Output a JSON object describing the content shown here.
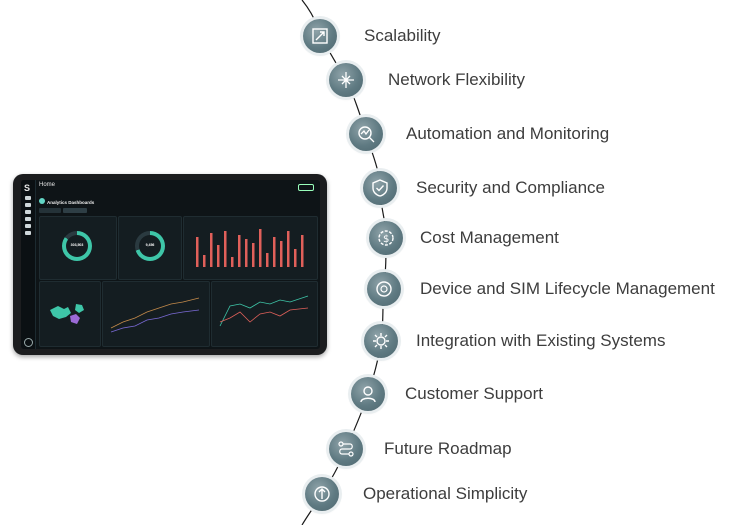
{
  "timeline": {
    "items": [
      {
        "label": "Scalability",
        "icon": "scalability-icon"
      },
      {
        "label": "Network Flexibility",
        "icon": "network-arrows-icon"
      },
      {
        "label": "Automation and Monitoring",
        "icon": "monitoring-icon"
      },
      {
        "label": "Security and Compliance",
        "icon": "shield-check-icon"
      },
      {
        "label": "Cost Management",
        "icon": "dollar-gear-icon"
      },
      {
        "label": "Device and SIM Lifecycle Management",
        "icon": "lifecycle-icon"
      },
      {
        "label": "Integration with Existing Systems",
        "icon": "gear-integration-icon"
      },
      {
        "label": "Customer Support",
        "icon": "headset-icon"
      },
      {
        "label": "Future Roadmap",
        "icon": "roadmap-icon"
      },
      {
        "label": "Operational Simplicity",
        "icon": "simplicity-icon"
      }
    ],
    "node_color": "#5f7a82",
    "line_color": "#1a1a1a"
  },
  "tablet": {
    "home_title": "Home",
    "dashboard_title": "Analytics Dashboards",
    "accent_color": "#63d6c6",
    "bar_color": "#e0605a",
    "donut_values": [
      "303,503",
      "9,456"
    ]
  }
}
